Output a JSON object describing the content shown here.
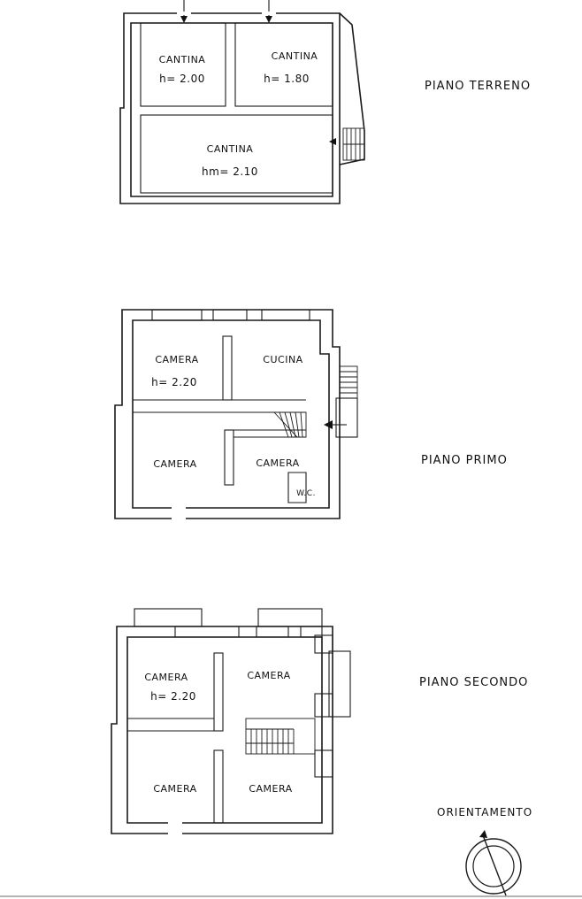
{
  "ground_floor": {
    "title": "PIANO TERRENO",
    "rooms": [
      {
        "name": "CANTINA",
        "height": "h= 2.00"
      },
      {
        "name": "CANTINA",
        "height": "h= 1.80"
      },
      {
        "name": "CANTINA",
        "height": "hm= 2.10"
      }
    ]
  },
  "first_floor": {
    "title": "PIANO PRIMO",
    "rooms": [
      {
        "name": "CAMERA",
        "height": "h= 2.20"
      },
      {
        "name": "CUCINA"
      },
      {
        "name": "CAMERA"
      },
      {
        "name": "CAMERA"
      },
      {
        "name": "W.C."
      }
    ]
  },
  "second_floor": {
    "title": "PIANO SECONDO",
    "rooms": [
      {
        "name": "CAMERA",
        "height": "h= 2.20"
      },
      {
        "name": "CAMERA"
      },
      {
        "name": "CAMERA"
      },
      {
        "name": "CAMERA"
      }
    ]
  },
  "orientation": {
    "label": "ORIENTAMENTO"
  }
}
